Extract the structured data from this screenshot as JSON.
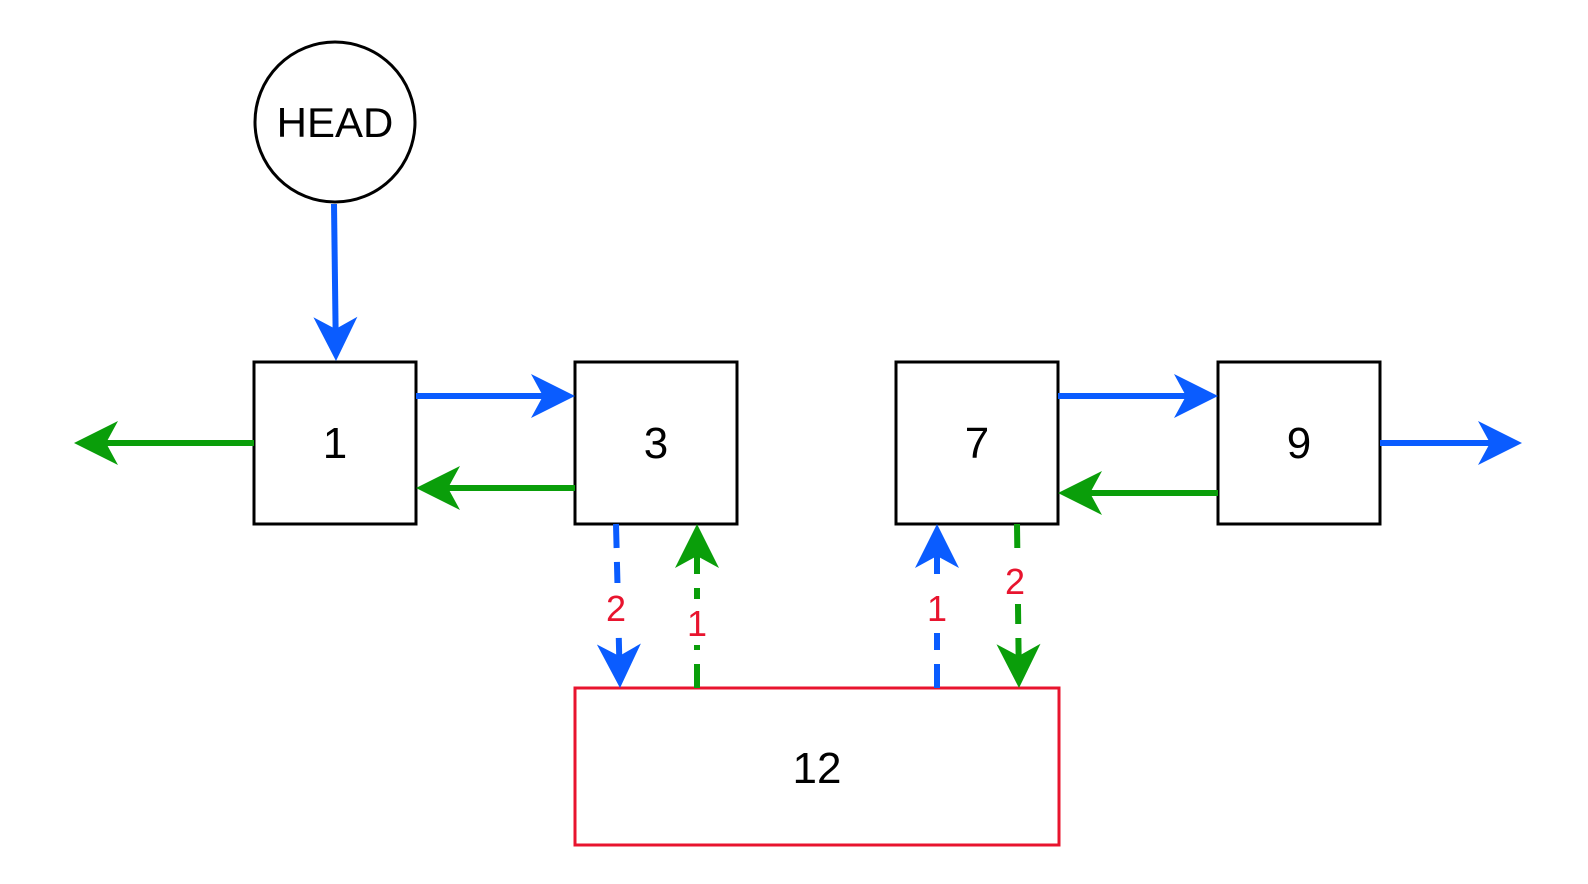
{
  "diagram": {
    "head_label": "HEAD",
    "nodes": {
      "n1": "1",
      "n3": "3",
      "n7": "7",
      "n9": "9",
      "new_node": "12"
    },
    "step_labels": {
      "left_next": "2",
      "left_prev": "1",
      "right_next": "1",
      "right_prev": "2"
    },
    "colors": {
      "next_pointer": "#0a5cff",
      "prev_pointer": "#0a9e0a",
      "new_node_border": "#e8142e",
      "step_label": "#e8142e",
      "node_border": "#000000"
    }
  }
}
